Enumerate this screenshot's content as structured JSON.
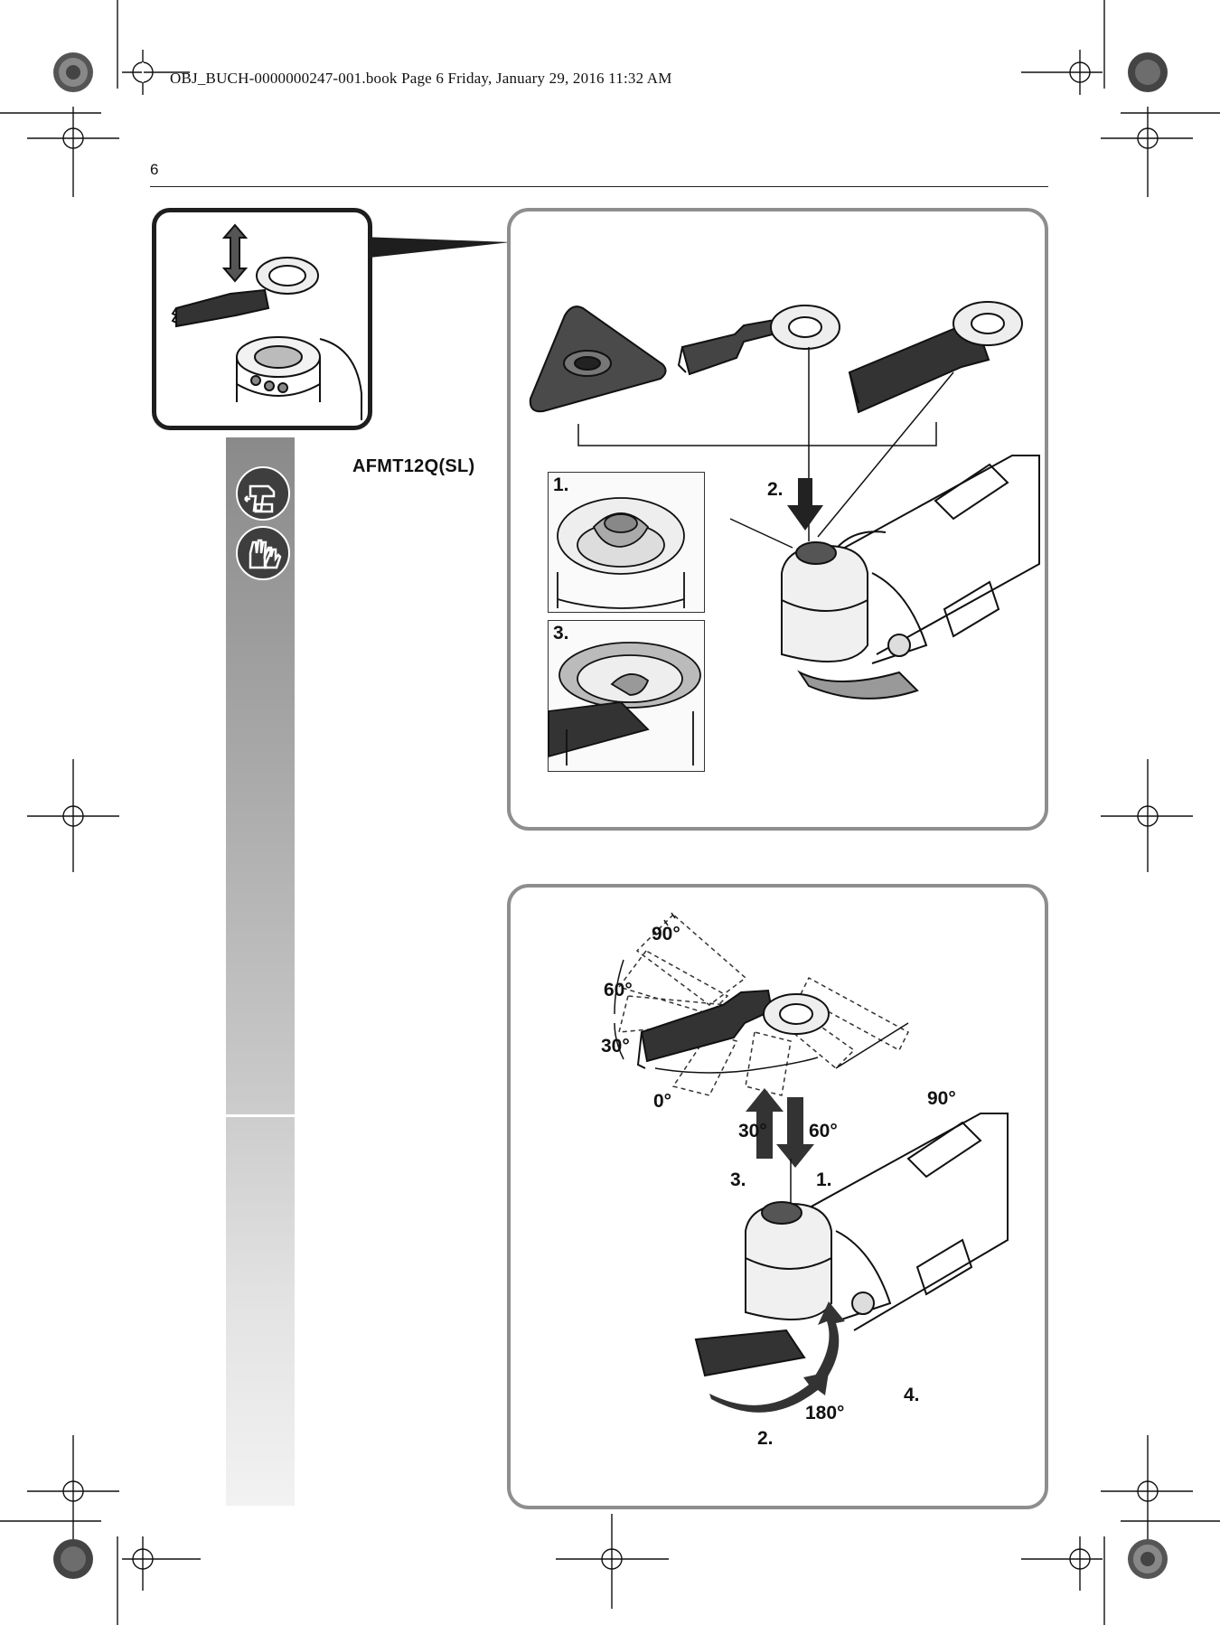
{
  "header": {
    "book_line": "OBJ_BUCH-0000000247-001.book  Page 6  Friday, January 29, 2016  11:32 AM"
  },
  "page": {
    "number": "6"
  },
  "model": "AFMT12Q(SL)",
  "sidebar": {
    "icons": [
      "power-tool-battery-icon",
      "gloves-icon"
    ]
  },
  "figure_top": {
    "step1": "1.",
    "step2": "2.",
    "step3": "3."
  },
  "figure_bottom": {
    "angles": [
      "90°",
      "60°",
      "30°",
      "0°",
      "90°",
      "30°",
      "60°"
    ],
    "step3": "3.",
    "step1": "1.",
    "rotation": "180°",
    "step2": "2.",
    "step4": "4."
  }
}
